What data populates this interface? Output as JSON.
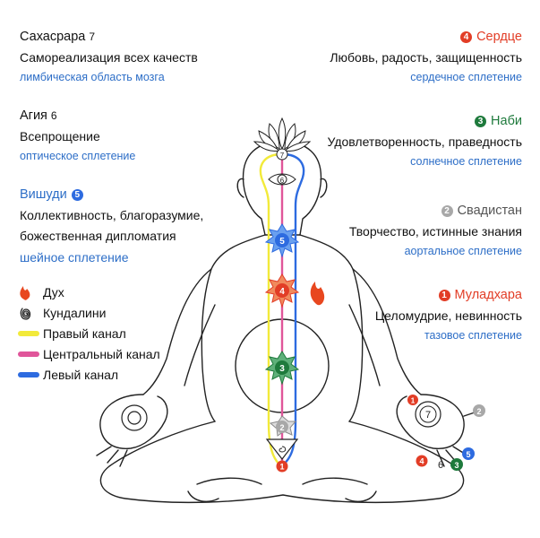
{
  "chakras": {
    "sahasrara": {
      "title": "Сахасрара",
      "number": "7",
      "quality": "Самореализация всех качеств",
      "plexus": "лимбическая область мозга"
    },
    "agia": {
      "title": "Агия",
      "number": "6",
      "quality": "Всепрощение",
      "plexus": "оптическое сплетение"
    },
    "vishuddhi": {
      "title": "Вишуди",
      "number": "5",
      "quality_line1": "Коллективность, благоразумие,",
      "quality_line2": "божественная дипломатия",
      "plexus": "шейное сплетение"
    },
    "heart": {
      "title": "Сердце",
      "number": "4",
      "quality": "Любовь, радость, защищенность",
      "plexus": "сердечное сплетение"
    },
    "nabhi": {
      "title": "Наби",
      "number": "3",
      "quality": "Удовлетворенность, праведность",
      "plexus": "солнечное сплетение"
    },
    "swadisthan": {
      "title": "Свадистан",
      "number": "2",
      "quality": "Творчество, истинные знания",
      "plexus": "аортальное сплетение"
    },
    "mooladhara": {
      "title": "Муладхара",
      "number": "1",
      "quality": "Целомудрие, невинность",
      "plexus": "тазовое сплетение"
    }
  },
  "legend": {
    "spirit": "Дух",
    "kundalini": "Кундалини",
    "right_channel": "Правый канал",
    "central_channel": "Центральный канал",
    "left_channel": "Левый канал"
  },
  "figure_numbers": {
    "c7": "7",
    "c6": "6",
    "c5": "5",
    "c4": "4",
    "c3": "3",
    "c2": "2",
    "c1": "1",
    "palm_7": "7",
    "palm_2": "2",
    "palm_1": "1",
    "finger_4": "4",
    "finger_6": "6",
    "finger_3": "3",
    "finger_5": "5"
  },
  "colors": {
    "right_channel": "#f2ea3a",
    "central_channel": "#e0559a",
    "left_channel": "#2d6be0",
    "mooladhara": "#e23d26",
    "swadisthan": "#a8a8a8",
    "nabhi": "#1e7a3c",
    "heart": "#e23d26",
    "vishuddhi": "#2d6be0",
    "plexus_text": "#2d6ec7",
    "flame": "#e8471f"
  }
}
